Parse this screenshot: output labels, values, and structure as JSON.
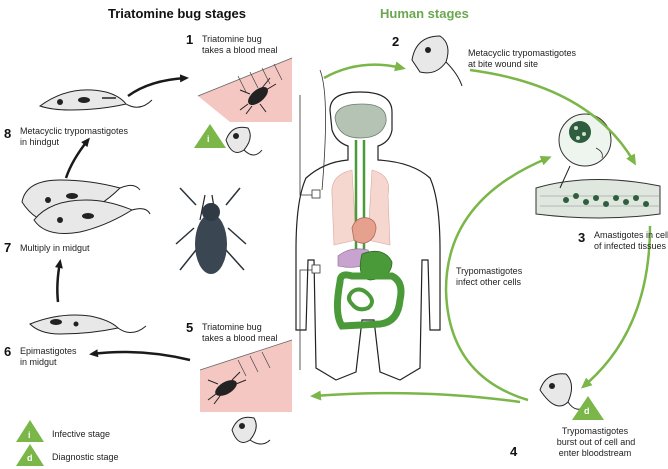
{
  "headers": {
    "bug_stages": "Triatomine bug stages",
    "human_stages": "Human stages"
  },
  "steps": [
    {
      "num": "1",
      "text": [
        "Triatomine bug",
        "takes a blood meal"
      ]
    },
    {
      "num": "2",
      "text": [
        "Metacyclic trypomastigotes",
        "at bite wound site"
      ]
    },
    {
      "num": "3",
      "text": [
        "Amastigotes in cells",
        "of infected tissues"
      ]
    },
    {
      "num": "4",
      "text": [
        "Trypomastigotes",
        "burst out of cell and",
        "enter bloodstream"
      ]
    },
    {
      "num": "5",
      "text": [
        "Triatomine bug",
        "takes a blood meal"
      ]
    },
    {
      "num": "6",
      "text": [
        "Epimastigotes",
        "in midgut"
      ]
    },
    {
      "num": "7",
      "text": [
        "Multiply in midgut"
      ]
    },
    {
      "num": "8",
      "text": [
        "Metacyclic trypomastigotes",
        "in hindgut"
      ]
    }
  ],
  "center_label": [
    "Trypomastigotes",
    "infect other cells"
  ],
  "legend": [
    {
      "symbol": "i",
      "label": "Infective stage"
    },
    {
      "symbol": "d",
      "label": "Diagnostic stage"
    }
  ],
  "colors": {
    "green": "#7ab648",
    "green_header": "#6aa84f",
    "black_arrow": "#1a1a1a",
    "skin_pink": "#f4c7c3",
    "bug_dark": "#3a4652",
    "gut_green": "#4a9a3a"
  }
}
